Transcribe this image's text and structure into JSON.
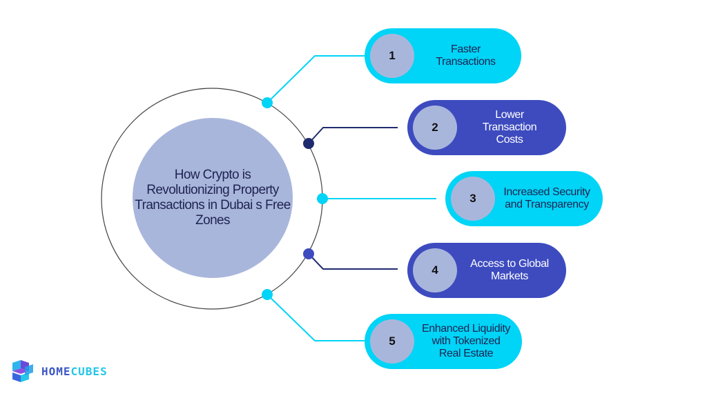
{
  "title": "How Crypto is Revolutionizing Property Transactions in Dubai s Free Zones",
  "colors": {
    "cyan": "#00d4f7",
    "indigo": "#3d4bbf",
    "navy": "#1f2a6e",
    "bubble": "#a9b6dc",
    "ring": "#404040"
  },
  "items": [
    {
      "number": "1",
      "label": "Faster Transactions",
      "style": "cyan"
    },
    {
      "number": "2",
      "label": "Lower Transaction Costs",
      "style": "indigo"
    },
    {
      "number": "3",
      "label": "Increased Security and Transparency",
      "style": "cyan"
    },
    {
      "number": "4",
      "label": "Access to Global Markets",
      "style": "indigo"
    },
    {
      "number": "5",
      "label": "Enhanced Liquidity with Tokenized Real Estate",
      "style": "cyan"
    }
  ],
  "logo": {
    "icon": "cube-logo-icon",
    "text_part1": "HOME",
    "text_part2": "CUBES"
  }
}
